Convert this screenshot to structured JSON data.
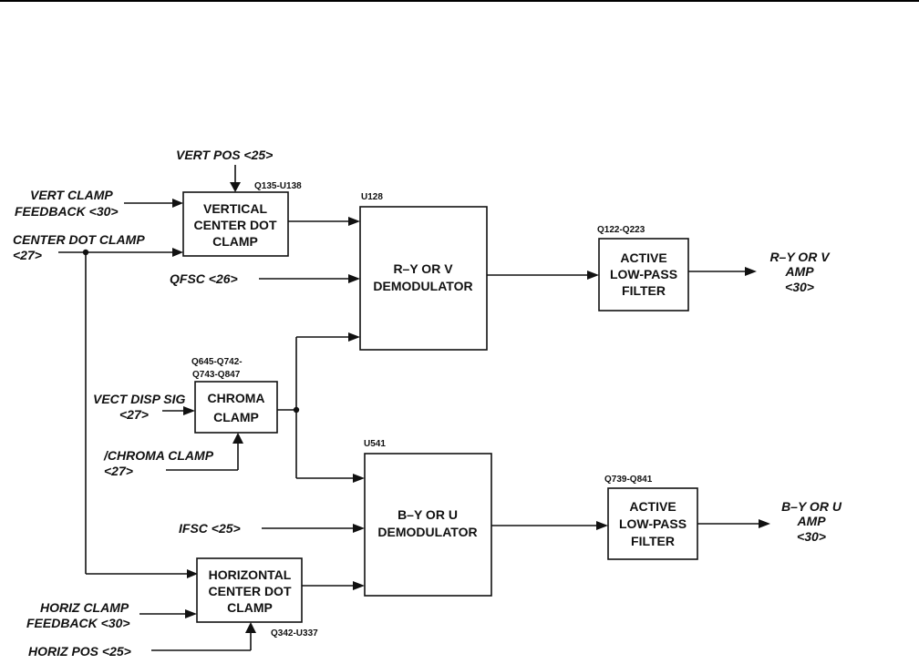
{
  "diagram": {
    "blocks": {
      "vert_clamp": {
        "lines": [
          "VERTICAL",
          "CENTER DOT",
          "CLAMP"
        ],
        "ref": "Q135-U138"
      },
      "ry_demod": {
        "lines": [
          "R–Y OR  V",
          "DEMODULATOR"
        ],
        "ref": "U128"
      },
      "ry_filter": {
        "lines": [
          "ACTIVE",
          "LOW-PASS",
          "FILTER"
        ],
        "ref": "Q122-Q223"
      },
      "chroma_clamp": {
        "lines": [
          "CHROMA",
          "CLAMP"
        ],
        "ref_lines": [
          "Q645-Q742-",
          "Q743-Q847"
        ]
      },
      "by_demod": {
        "lines": [
          "B–Y OR  U",
          "DEMODULATOR"
        ],
        "ref": "U541"
      },
      "by_filter": {
        "lines": [
          "ACTIVE",
          "LOW-PASS",
          "FILTER"
        ],
        "ref": "Q739-Q841"
      },
      "horiz_clamp": {
        "lines": [
          "HORIZONTAL",
          "CENTER DOT",
          "CLAMP"
        ],
        "ref": "Q342-U337"
      }
    },
    "signals": {
      "vert_pos": "VERT POS <25>",
      "vert_clamp_fb": [
        "VERT CLAMP",
        "FEEDBACK <30>"
      ],
      "center_dot_clamp": [
        "CENTER DOT CLAMP",
        "<27>"
      ],
      "qfsc": "QFSC <26>",
      "vect_disp_sig": [
        "VECT DISP SIG",
        "<27>"
      ],
      "chroma_clamp_in": [
        "/CHROMA CLAMP",
        "<27>"
      ],
      "ifsc": "IFSC <25>",
      "horiz_clamp_fb": [
        "HORIZ CLAMP",
        "FEEDBACK <30>"
      ],
      "horiz_pos": "HORIZ POS <25>",
      "ry_out": [
        "R–Y OR V",
        "AMP",
        "<30>"
      ],
      "by_out": [
        "B–Y OR U",
        "AMP",
        "<30>"
      ]
    }
  }
}
